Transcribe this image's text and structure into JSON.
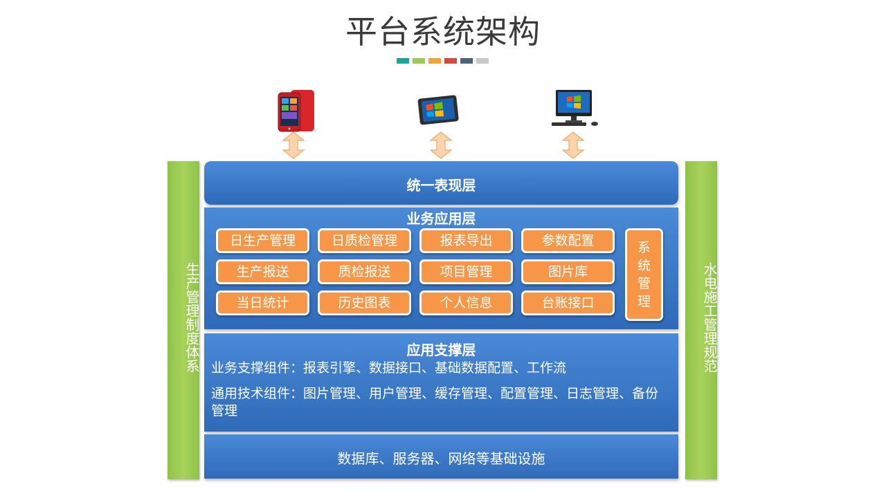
{
  "title": "平台系统架构",
  "swatch_colors": [
    "#1aa79a",
    "#9cc95a",
    "#f1a538",
    "#d04a3d",
    "#51637a",
    "#c8c8c8"
  ],
  "devices": [
    {
      "name": "mobile-phone",
      "icon": "smartphone-icon"
    },
    {
      "name": "tablet",
      "icon": "tablet-icon"
    },
    {
      "name": "desktop-computer",
      "icon": "desktop-icon"
    }
  ],
  "left_bar": {
    "label": "生产管理制度体系"
  },
  "right_bar": {
    "label": "水电施工管理规范"
  },
  "presentation_layer": {
    "title": "统一表现层"
  },
  "business_layer": {
    "title": "业务应用层",
    "modules": [
      "日生产管理",
      "日质检管理",
      "报表导出",
      "参数配置",
      "生产报送",
      "质检报送",
      "项目管理",
      "图片库",
      "当日统计",
      "历史图表",
      "个人信息",
      "台账接口"
    ],
    "system_module": "系统管理"
  },
  "support_layer": {
    "title": "应用支撑层",
    "line1": "业务支撑组件：报表引擎、数据接口、基础数据配置、工作流",
    "line2": "通用技术组件：图片管理、用户管理、缓存管理、配置管理、日志管理、备份管理"
  },
  "infrastructure_layer": {
    "title": "数据库、服务器、网络等基础设施"
  },
  "colors": {
    "layer_blue": "#3a7bd0",
    "module_orange": "#f79646",
    "side_green": "#9cc95a",
    "arrow_peach": "#fbd0a8"
  }
}
